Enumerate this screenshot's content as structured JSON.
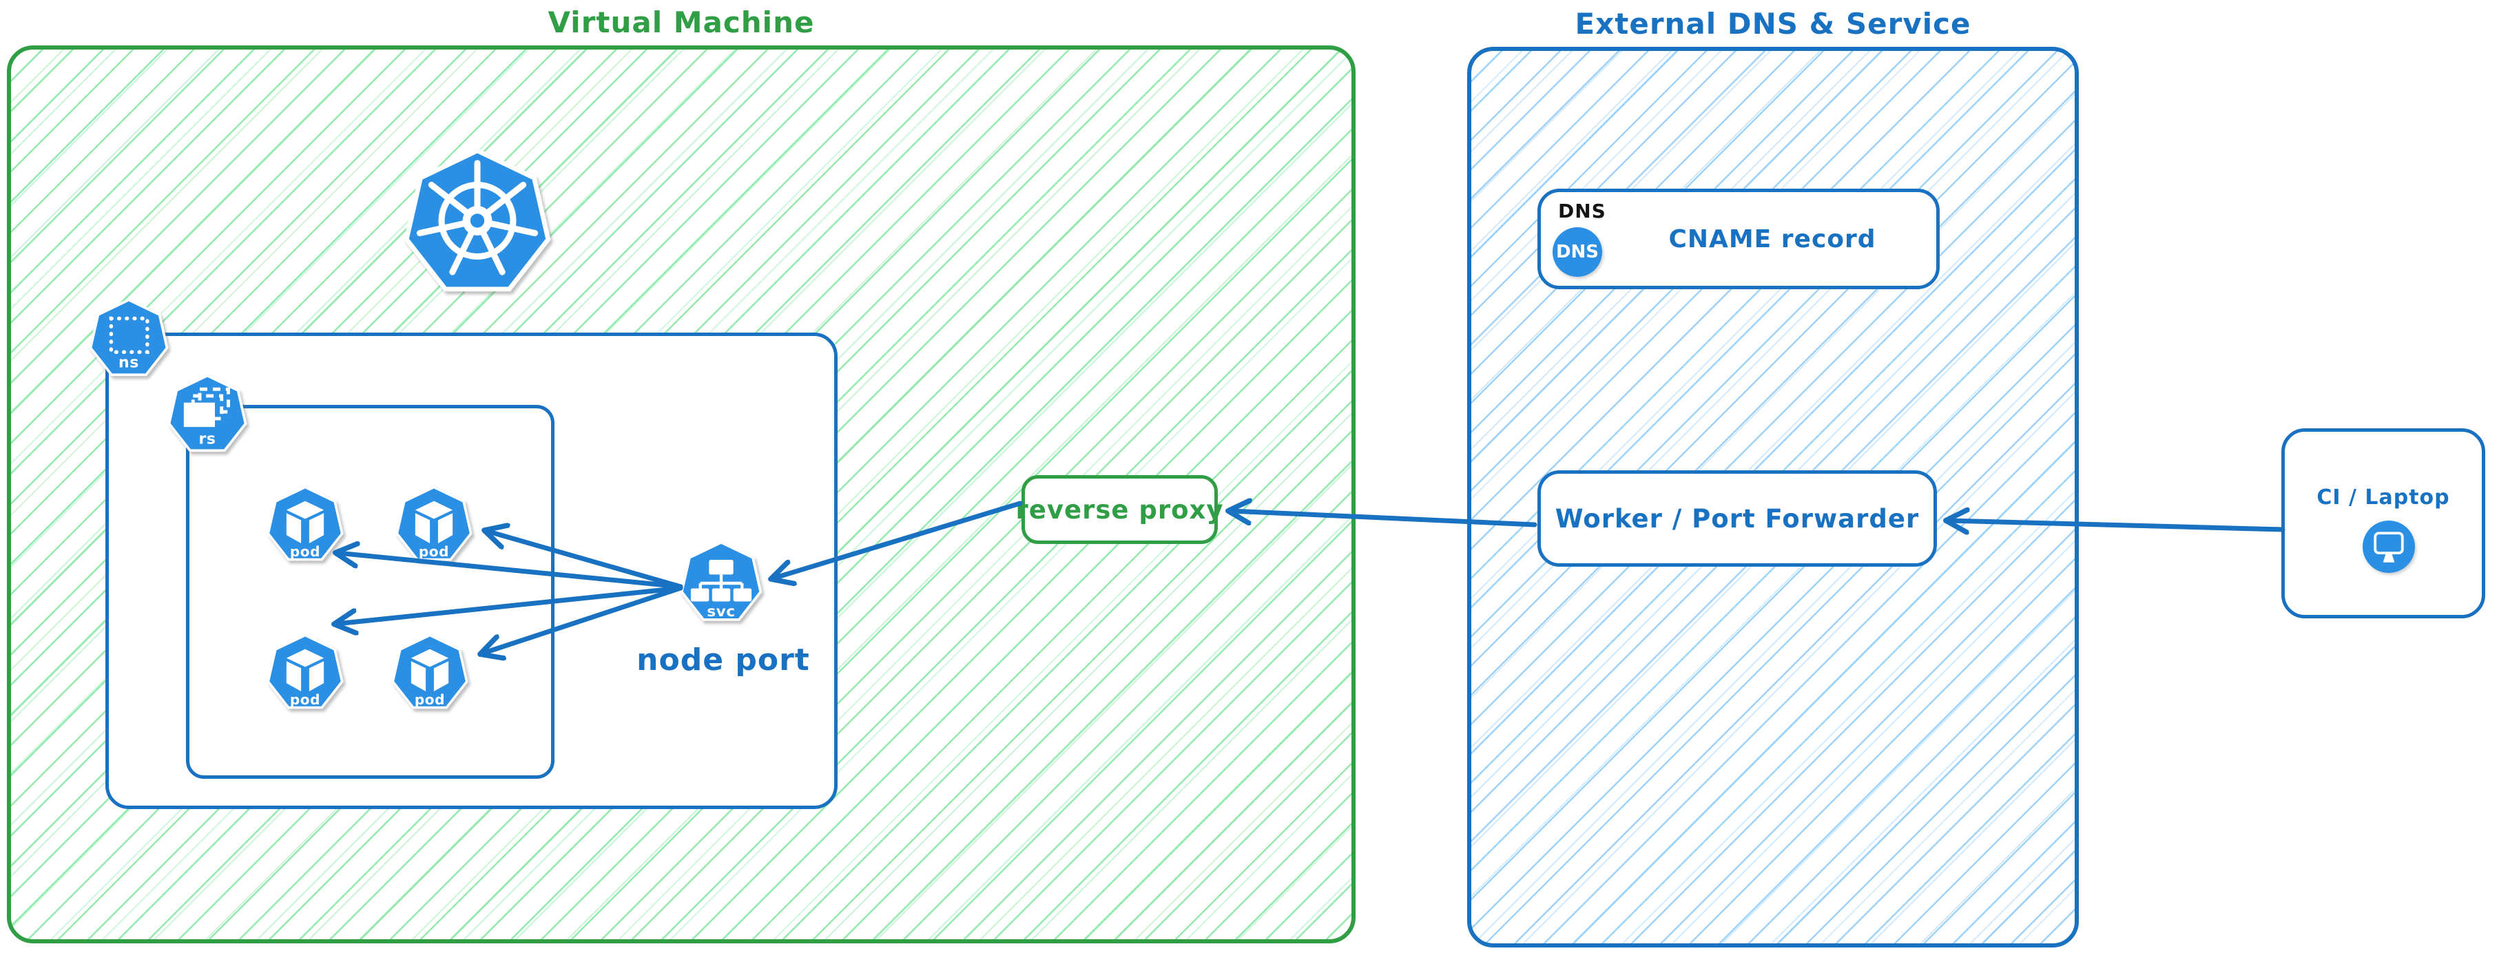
{
  "diagram": {
    "vm": {
      "title": "Virtual Machine",
      "reverse_proxy_label": "reverse proxy",
      "node_port_label": "node port"
    },
    "icons": {
      "ns": "ns",
      "rs": "rs",
      "pod": "pod",
      "svc": "svc"
    },
    "external": {
      "title": "External DNS & Service",
      "dns_tag": "DNS",
      "dns_badge": "DNS",
      "cname_label": "CNAME record",
      "worker_label": "Worker / Port Forwarder"
    },
    "client": {
      "label": "CI / Laptop"
    },
    "colors": {
      "green_border": "#2f9e44",
      "green_hatch": "#8ce9a8",
      "blue_border": "#1971c2",
      "blue_hatch": "#9ad0f8",
      "icon_fill": "#2b8fe4"
    },
    "arrows": [
      {
        "from": "svc",
        "to": "pod-top-right"
      },
      {
        "from": "svc",
        "to": "pod-top-left"
      },
      {
        "from": "svc",
        "to": "pod-bottom-left"
      },
      {
        "from": "svc",
        "to": "pod-bottom-right"
      },
      {
        "from": "reverse-proxy",
        "to": "svc"
      },
      {
        "from": "worker-port-forwarder",
        "to": "reverse-proxy"
      },
      {
        "from": "ci-laptop",
        "to": "worker-port-forwarder"
      }
    ]
  }
}
